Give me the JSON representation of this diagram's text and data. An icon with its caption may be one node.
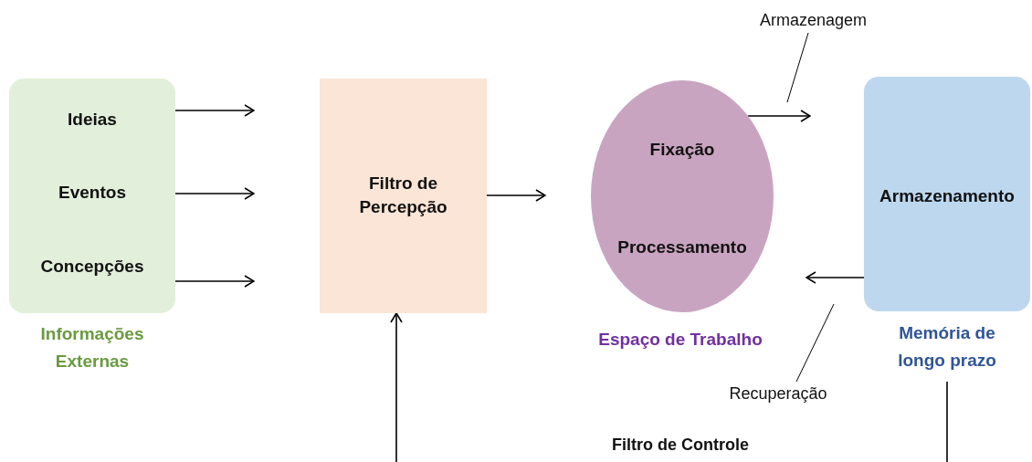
{
  "diagram": {
    "nodes": [
      {
        "text": [
          "Ideias",
          "Eventos",
          "Concepções"
        ],
        "beside": [
          "Informações Externas"
        ]
      },
      {
        "text": [
          "Filtro de Percepção"
        ]
      },
      {
        "text": [
          "Fixação",
          "Processamento"
        ],
        "beside": [
          "Espaço de Trabalho"
        ]
      },
      {
        "text": [
          "Armazenamento"
        ],
        "beside": [
          "Memória de longo prazo"
        ]
      },
      {
        "text": [
          "Armazenagem"
        ]
      },
      {
        "text": [
          "Recuperação"
        ]
      }
    ],
    "edges": [
      {
        "from": 0,
        "to": null,
        "arrow": "to"
      },
      {
        "from": 0,
        "to": null,
        "arrow": "to"
      },
      {
        "from": 0,
        "to": null,
        "arrow": "to"
      },
      {
        "from": 1,
        "to": null,
        "arrow": "to"
      },
      {
        "from": 2,
        "to": null,
        "arrow": "to"
      },
      {
        "from": 3,
        "to": null,
        "arrow": "to"
      },
      {
        "from": null,
        "to": 1,
        "arrow": "to"
      },
      {
        "from": 3,
        "to": null,
        "arrow": "none"
      },
      {
        "from": 4,
        "to": null,
        "arrow": "none"
      },
      {
        "from": 5,
        "to": null,
        "arrow": "none"
      }
    ],
    "labels": [
      "Filtro de Controle"
    ]
  }
}
